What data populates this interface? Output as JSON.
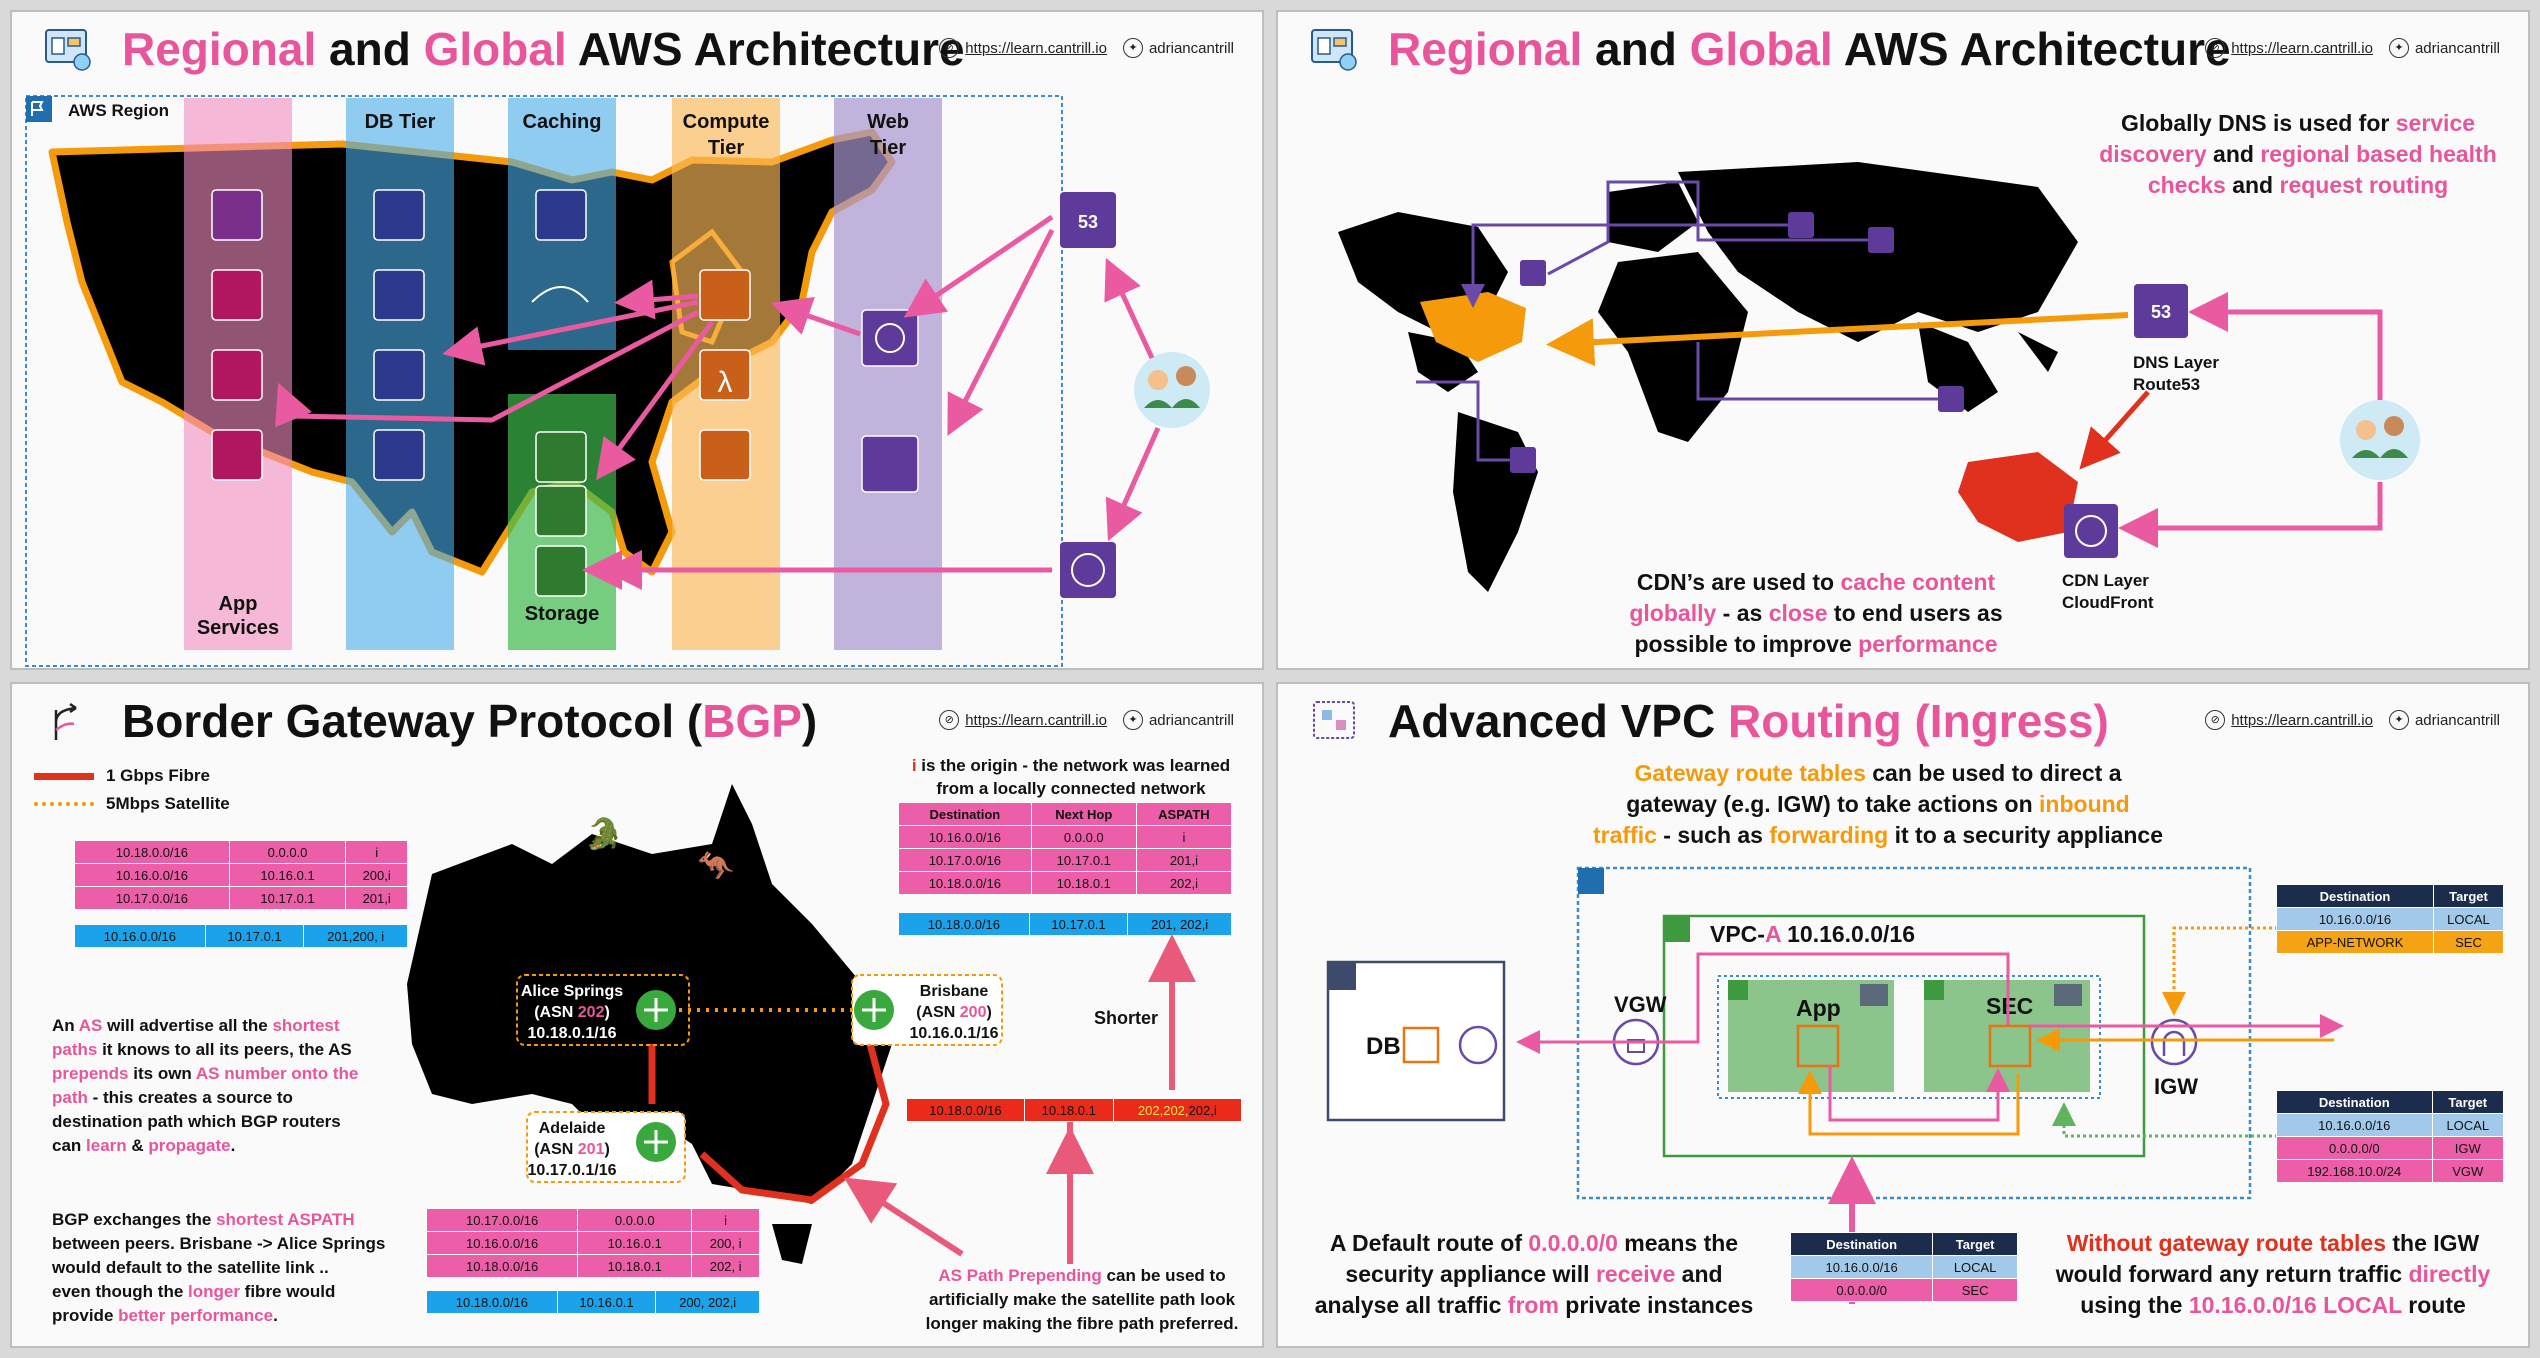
{
  "header": {
    "url": "https://learn.cantrill.io",
    "handle": "adriancantrill"
  },
  "panel1": {
    "title_a": "Regional",
    "title_and": " and ",
    "title_b": "Global",
    "title_rest": " AWS Architecture",
    "region_label": "AWS Region",
    "tiers": {
      "app": "App Services",
      "db": "DB Tier",
      "caching": "Caching",
      "compute": "Compute Tier",
      "web": "Web Tier",
      "storage": "Storage"
    },
    "colors": {
      "app": "#f8bfdc",
      "db": "#8ecdf2",
      "caching": "#8ecdf2",
      "compute": "#fcd08f",
      "web": "#c9bfe0",
      "storage": "#8fd990",
      "arrow": "#e95aa1"
    }
  },
  "panel2": {
    "title_a": "Regional",
    "title_and": " and ",
    "title_b": "Global",
    "title_rest": " AWS Architecture",
    "dns_text": {
      "l1a": "Globally DNS is used for ",
      "l1b": "service",
      "l2a": "discovery",
      "l2b": " and ",
      "l2c": "regional based health",
      "l3a": "checks",
      "l3b": " and ",
      "l3c": "request routing"
    },
    "dns_label": "DNS Layer",
    "dns_label2": "Route53",
    "cdn_label": "CDN Layer",
    "cdn_label2": "CloudFront",
    "cdn_text": {
      "l1a": "CDN’s are used to ",
      "l1b": "cache content",
      "l2a": "globally",
      "l2b": " - as ",
      "l2c": "close",
      "l2d": " to end users as",
      "l3a": "possible to improve ",
      "l3b": "performance"
    }
  },
  "panel3": {
    "title_a": "Border Gateway Protocol (",
    "title_b": "BGP",
    "title_c": ")",
    "legend": {
      "fibre": "1 Gbps Fibre",
      "satellite": "5Mbps Satellite"
    },
    "origin_note_a": "i",
    "origin_note_b": " is the origin - the network was learned",
    "origin_note_c": "from a locally connected network",
    "table_tr": {
      "headers": [
        "Destination",
        "Next Hop",
        "ASPATH"
      ],
      "rows": [
        [
          "10.16.0.0/16",
          "0.0.0.0",
          "i"
        ],
        [
          "10.17.0.0/16",
          "10.17.0.1",
          "201,i"
        ],
        [
          "10.18.0.0/16",
          "10.18.0.1",
          "202,i"
        ]
      ],
      "sel": [
        "10.18.0.0/16",
        "10.17.0.1",
        "201, 202,i"
      ]
    },
    "table_tl": {
      "rows": [
        [
          "10.18.0.0/16",
          "0.0.0.0",
          "i"
        ],
        [
          "10.16.0.0/16",
          "10.16.0.1",
          "200,i"
        ],
        [
          "10.17.0.0/16",
          "10.17.0.1",
          "201,i"
        ]
      ],
      "sel": [
        "10.16.0.0/16",
        "10.17.0.1",
        "201,200, i"
      ]
    },
    "table_bot": {
      "rows": [
        [
          "10.17.0.0/16",
          "0.0.0.0",
          "i"
        ],
        [
          "10.16.0.0/16",
          "10.16.0.1",
          "200, i"
        ],
        [
          "10.18.0.0/16",
          "10.18.0.1",
          "202, i"
        ]
      ],
      "sel": [
        "10.18.0.0/16",
        "10.16.0.1",
        "200, 202,i"
      ]
    },
    "prepend_row": [
      "10.18.0.0/16",
      "10.18.0.1",
      "202,202,",
      "202,i"
    ],
    "alice": {
      "name": "Alice Springs",
      "asn_a": "(ASN ",
      "asn_b": "202",
      "asn_c": ")",
      "ip": "10.18.0.1/16"
    },
    "brisbane": {
      "name": "Brisbane",
      "asn_a": "(ASN ",
      "asn_b": "200",
      "asn_c": ")",
      "ip": "10.16.0.1/16"
    },
    "adelaide": {
      "name": "Adelaide",
      "asn_a": "(ASN ",
      "asn_b": "201",
      "asn_c": ")",
      "ip": "10.17.0.1/16"
    },
    "shorter": "Shorter",
    "as_text": {
      "l1a": "An ",
      "l1b": "AS",
      "l1c": " will advertise all the  ",
      "l1d": "shortest",
      "l2a": "paths",
      "l2b": " it knows to all its peers, the AS",
      "l3a": "prepends",
      "l3b": " its own ",
      "l3c": "AS number onto the",
      "l4a": "path",
      "l4b": " - this creates a source to",
      "l5": "destination path which BGP routers",
      "l6a": "can ",
      "l6b": "learn",
      "l6c": " & ",
      "l6d": "propagate",
      "l6e": "."
    },
    "bgp_text": {
      "l1a": "BGP exchanges the ",
      "l1b": "shortest ASPATH",
      "l2": "between peers. Brisbane -> Alice Springs",
      "l3": "would default to the satellite link ..",
      "l4a": "even though the ",
      "l4b": "longer",
      "l4c": " fibre would",
      "l5a": "provide ",
      "l5b": "better performance",
      "l5c": "."
    },
    "prepend_text": {
      "l1a": "AS Path Prepending",
      "l1b": " can be used to",
      "l2": "artificially make the satellite path look",
      "l3": "longer making the fibre path preferred."
    }
  },
  "panel4": {
    "title_a": "Advanced VPC ",
    "title_b": "Routing (Ingress)",
    "top_text": {
      "l1a": "Gateway route tables",
      "l1b": " can be used to direct a",
      "l2a": "gateway (e.g. IGW) to take actions on ",
      "l2b": "inbound",
      "l3a": "traffic",
      "l3b": " - such as ",
      "l3c": "forwarding",
      "l3d": " it to a security appliance"
    },
    "vpc_label_a": "VPC-",
    "vpc_label_b": "A",
    "vpc_label_c": " 10.16.0.0/16",
    "db": "DB",
    "vgw": "VGW",
    "igw": "IGW",
    "app": "App",
    "sec": "SEC",
    "rt_top": {
      "headers": [
        "Destination",
        "Target"
      ],
      "rows": [
        [
          "10.16.0.0/16",
          "LOCAL"
        ],
        [
          "APP-NETWORK",
          "SEC"
        ]
      ]
    },
    "rt_mid": {
      "headers": [
        "Destination",
        "Target"
      ],
      "rows": [
        [
          "10.16.0.0/16",
          "LOCAL"
        ],
        [
          "0.0.0.0/0",
          "IGW"
        ],
        [
          "192.168.10.0/24",
          "VGW"
        ]
      ]
    },
    "rt_bot": {
      "headers": [
        "Destination",
        "Target"
      ],
      "rows": [
        [
          "10.16.0.0/16",
          "LOCAL"
        ],
        [
          "0.0.0.0/0",
          "SEC"
        ]
      ]
    },
    "default_text": {
      "l1a": "A Default route of ",
      "l1b": "0.0.0.0/0",
      "l1c": " means the",
      "l2a": "security appliance will ",
      "l2b": "receive",
      "l2c": " and",
      "l3a": "analyse all traffic ",
      "l3b": "from",
      "l3c": " private instances"
    },
    "without_text": {
      "l1a": "Without gateway route tables",
      "l1b": " the IGW",
      "l2a": "would forward any return traffic ",
      "l2b": "directly",
      "l3a": "using the ",
      "l3b": "10.16.0.0/16 LOCAL",
      "l3c": " route"
    }
  }
}
